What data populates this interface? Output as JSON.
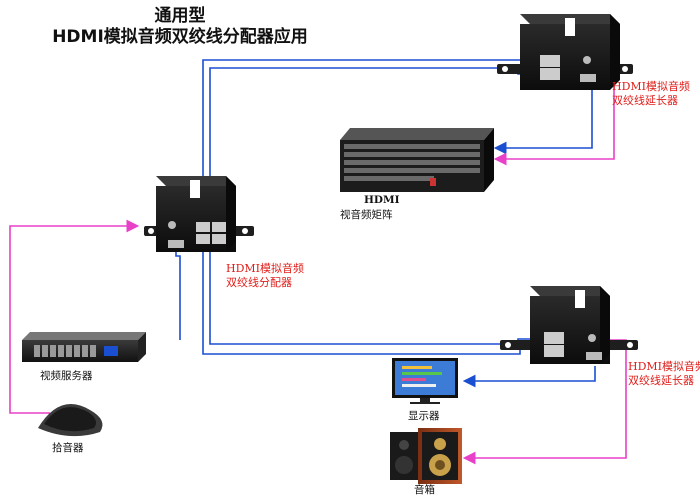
{
  "title": {
    "line1": "通用型",
    "line2": "HDMI模拟音频双绞线分配器应用"
  },
  "devices": {
    "splitter": {
      "label_line1": "HDMI模拟音频",
      "label_line2": "双绞线分配器"
    },
    "extender_top": {
      "label_line1": "HDMI模拟音频",
      "label_line2": "双绞线延长器"
    },
    "extender_bottom": {
      "label_line1": "HDMI模拟音频",
      "label_line2": "双绞线延长器"
    },
    "matrix": {
      "label_line1": "HDMI",
      "label_line2": "视音频矩阵"
    },
    "server": {
      "label": "视频服务器"
    },
    "microphone": {
      "label": "拾音器"
    },
    "monitor": {
      "label": "显示器"
    },
    "speakers": {
      "label": "音箱"
    }
  },
  "colors": {
    "video_link": "#1a4fd1",
    "audio_link": "#e840c8",
    "label_red": "#e0201c",
    "device_body": "#141414"
  }
}
